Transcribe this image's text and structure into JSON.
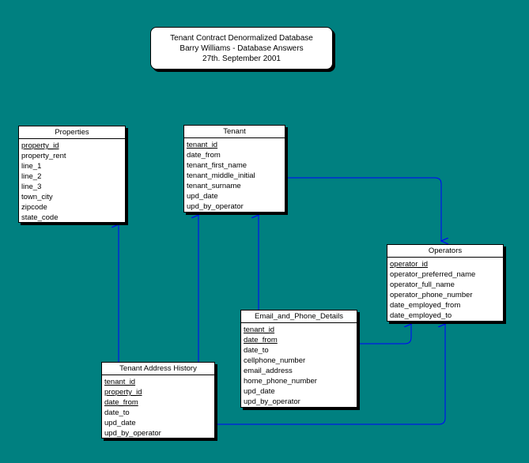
{
  "title": {
    "line1": "Tenant Contract Denormalized Database",
    "line2": "Barry Williams - Database Answers",
    "line3": "27th. September 2001"
  },
  "entities": {
    "properties": {
      "name": "Properties",
      "attributes": [
        {
          "label": "property_id",
          "pk": true
        },
        {
          "label": "property_rent",
          "pk": false
        },
        {
          "label": "line_1",
          "pk": false
        },
        {
          "label": "line_2",
          "pk": false
        },
        {
          "label": "line_3",
          "pk": false
        },
        {
          "label": "town_city",
          "pk": false
        },
        {
          "label": "zipcode",
          "pk": false
        },
        {
          "label": "state_code",
          "pk": false
        }
      ]
    },
    "tenant": {
      "name": "Tenant",
      "attributes": [
        {
          "label": "tenant_id",
          "pk": true
        },
        {
          "label": "date_from",
          "pk": false
        },
        {
          "label": "tenant_first_name",
          "pk": false
        },
        {
          "label": "tenant_middle_initial",
          "pk": false
        },
        {
          "label": "tenant_surname",
          "pk": false
        },
        {
          "label": "upd_date",
          "pk": false
        },
        {
          "label": "upd_by_operator",
          "pk": false
        }
      ]
    },
    "operators": {
      "name": "Operators",
      "attributes": [
        {
          "label": "operator_id",
          "pk": true
        },
        {
          "label": "operator_preferred_name",
          "pk": false
        },
        {
          "label": "operator_full_name",
          "pk": false
        },
        {
          "label": "operator_phone_number",
          "pk": false
        },
        {
          "label": "date_employed_from",
          "pk": false
        },
        {
          "label": "date_employed_to",
          "pk": false
        }
      ]
    },
    "email_phone": {
      "name": "Email_and_Phone_Details",
      "attributes": [
        {
          "label": "tenant_id",
          "pk": true
        },
        {
          "label": "date_from",
          "pk": true
        },
        {
          "label": "date_to",
          "pk": false
        },
        {
          "label": "cellphone_number",
          "pk": false
        },
        {
          "label": "email_address",
          "pk": false
        },
        {
          "label": "home_phone_number",
          "pk": false
        },
        {
          "label": "upd_date",
          "pk": false
        },
        {
          "label": "upd_by_operator",
          "pk": false
        }
      ]
    },
    "tenant_address_history": {
      "name": "Tenant Address History",
      "attributes": [
        {
          "label": "tenant_id",
          "pk": true
        },
        {
          "label": "property_id",
          "pk": true
        },
        {
          "label": "date_from",
          "pk": true
        },
        {
          "label": "date_to",
          "pk": false
        },
        {
          "label": "upd_date",
          "pk": false
        },
        {
          "label": "upd_by_operator",
          "pk": false
        }
      ]
    }
  },
  "colors": {
    "background": "#008080",
    "connector": "#0000ff",
    "box_fill": "#ffffff",
    "border": "#000000"
  }
}
